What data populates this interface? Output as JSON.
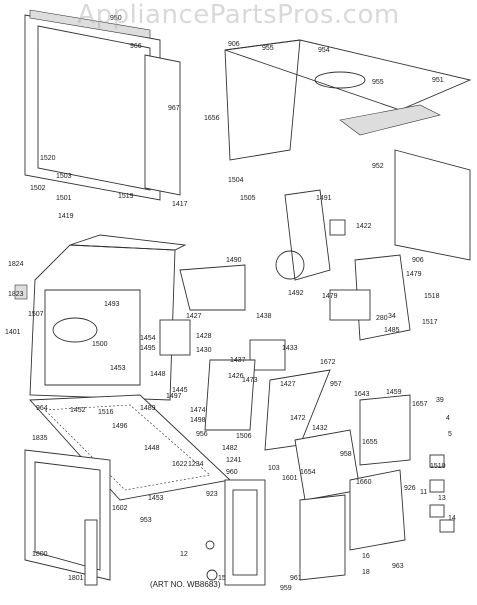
{
  "watermark": "AppliancePartsPros.com",
  "art_number": "(ART NO. WB8683)",
  "callouts": [
    "950",
    "966",
    "906",
    "955",
    "954",
    "951",
    "967",
    "1656",
    "955",
    "952",
    "906",
    "1520",
    "1503",
    "1502",
    "1501",
    "1519",
    "1504",
    "1417",
    "1505",
    "1491",
    "1422",
    "1419",
    "1824",
    "1823",
    "1490",
    "1479",
    "1518",
    "1492",
    "1479",
    "1485",
    "1401",
    "1493",
    "1507",
    "1427",
    "1428",
    "1438",
    "1433",
    "280",
    "34",
    "1517",
    "1454",
    "1495",
    "1500",
    "1453",
    "1430",
    "1437",
    "1672",
    "957",
    "1448",
    "1426",
    "1473",
    "1445",
    "1643",
    "1459",
    "1472",
    "1489",
    "1497",
    "1474",
    "1657",
    "39",
    "964",
    "1452",
    "1516",
    "1496",
    "1506",
    "1427",
    "1498",
    "956",
    "1482",
    "1432",
    "4",
    "5",
    "1835",
    "1448",
    "1655",
    "958",
    "1510",
    "1241",
    "1622",
    "1234",
    "960",
    "103",
    "1654",
    "1660",
    "926",
    "1601",
    "11",
    "1602",
    "1453",
    "923",
    "953",
    "13",
    "14",
    "1800",
    "12",
    "16",
    "15",
    "961",
    "959",
    "18",
    "963",
    "1801"
  ]
}
